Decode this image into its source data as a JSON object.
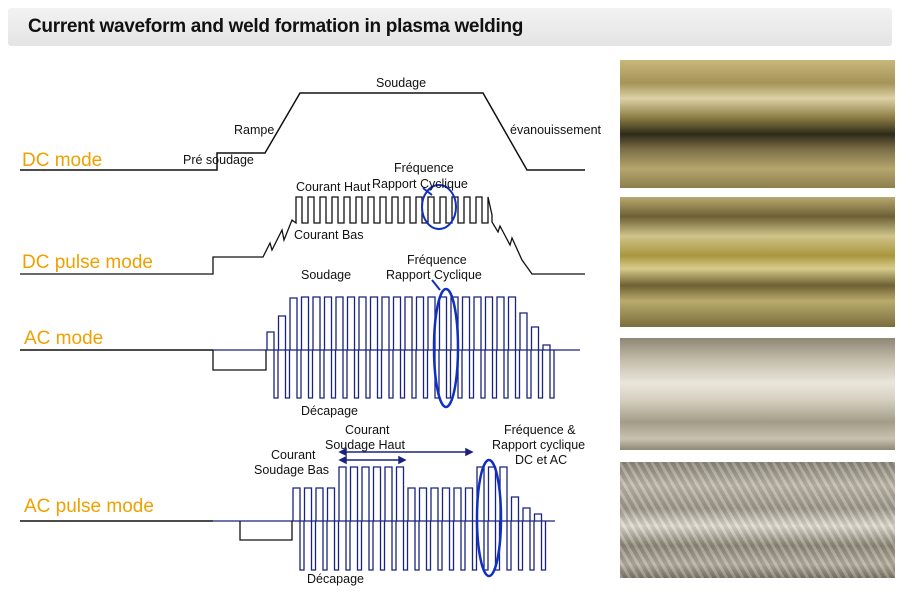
{
  "title": "Current waveform and weld formation in plasma welding",
  "colors": {
    "mode_label": "#f0a000",
    "ac_wave": "#1a237e",
    "highlight": "#1030c0",
    "dc_wave": "#111111"
  },
  "modes": {
    "dc": "DC mode",
    "dc_pulse": "DC pulse mode",
    "ac": "AC mode",
    "ac_pulse": "AC pulse mode"
  },
  "dc_labels": {
    "soudage": "Soudage",
    "rampe": "Rampe",
    "pre_soudage": "Pré soudage",
    "evanouissement": "évanouissement"
  },
  "dc_pulse_labels": {
    "frequence": "Fréquence",
    "rapport": "Rapport Cyclique",
    "courant_haut": "Courant Haut",
    "courant_bas": "Courant Bas"
  },
  "ac_labels": {
    "soudage": "Soudage",
    "frequence": "Fréquence",
    "rapport": "Rapport Cyclique",
    "decapage": "Décapage"
  },
  "ac_pulse_labels": {
    "courant": "Courant",
    "soudage_haut": "Soudage Haut",
    "courant_bas": "Courant",
    "soudage_bas": "Soudage Bas",
    "freq1": "Fréquence &",
    "freq2": "Rapport cyclique",
    "freq3": "DC et AC",
    "decapage": "Décapage"
  },
  "photos": [
    "weld-dc",
    "weld-dc-pulse",
    "weld-ac",
    "weld-ac-pulse"
  ]
}
